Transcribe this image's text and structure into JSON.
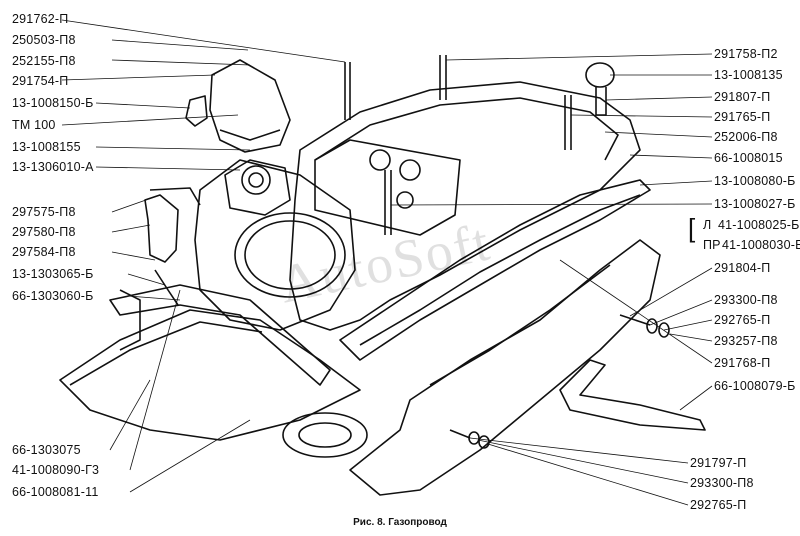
{
  "left_labels": [
    "291762-П",
    "250503-П8",
    "252155-П8",
    "291754-П",
    "13-1008150-Б",
    "ТМ 100",
    "13-1008155",
    "13-1306010-А",
    "297575-П8",
    "297580-П8",
    "297584-П8",
    "13-1303065-Б",
    "66-1303060-Б"
  ],
  "bottom_left_labels": [
    "66-1303075",
    "41-1008090-Г3",
    "66-1008081-11"
  ],
  "right_labels": [
    "291758-П2",
    "13-1008135",
    "291807-П",
    "291765-П",
    "252006-П8",
    "66-1008015",
    "13-1008080-Б",
    "13-1008027-Б"
  ],
  "bracket_labels": {
    "left_prefix": "Л",
    "left_value": "41-1008025-Б",
    "right_prefix": "ПР",
    "right_value": "41-1008030-Б"
  },
  "right_labels_2": [
    "291804-П",
    "293300-П8",
    "292765-П",
    "293257-П8",
    "291768-П",
    "66-1008079-Б"
  ],
  "bottom_right_labels": [
    "291797-П",
    "293300-П8",
    "292765-П"
  ],
  "caption": "Рис. 8. Газопровод",
  "watermark": "AutoSoft"
}
